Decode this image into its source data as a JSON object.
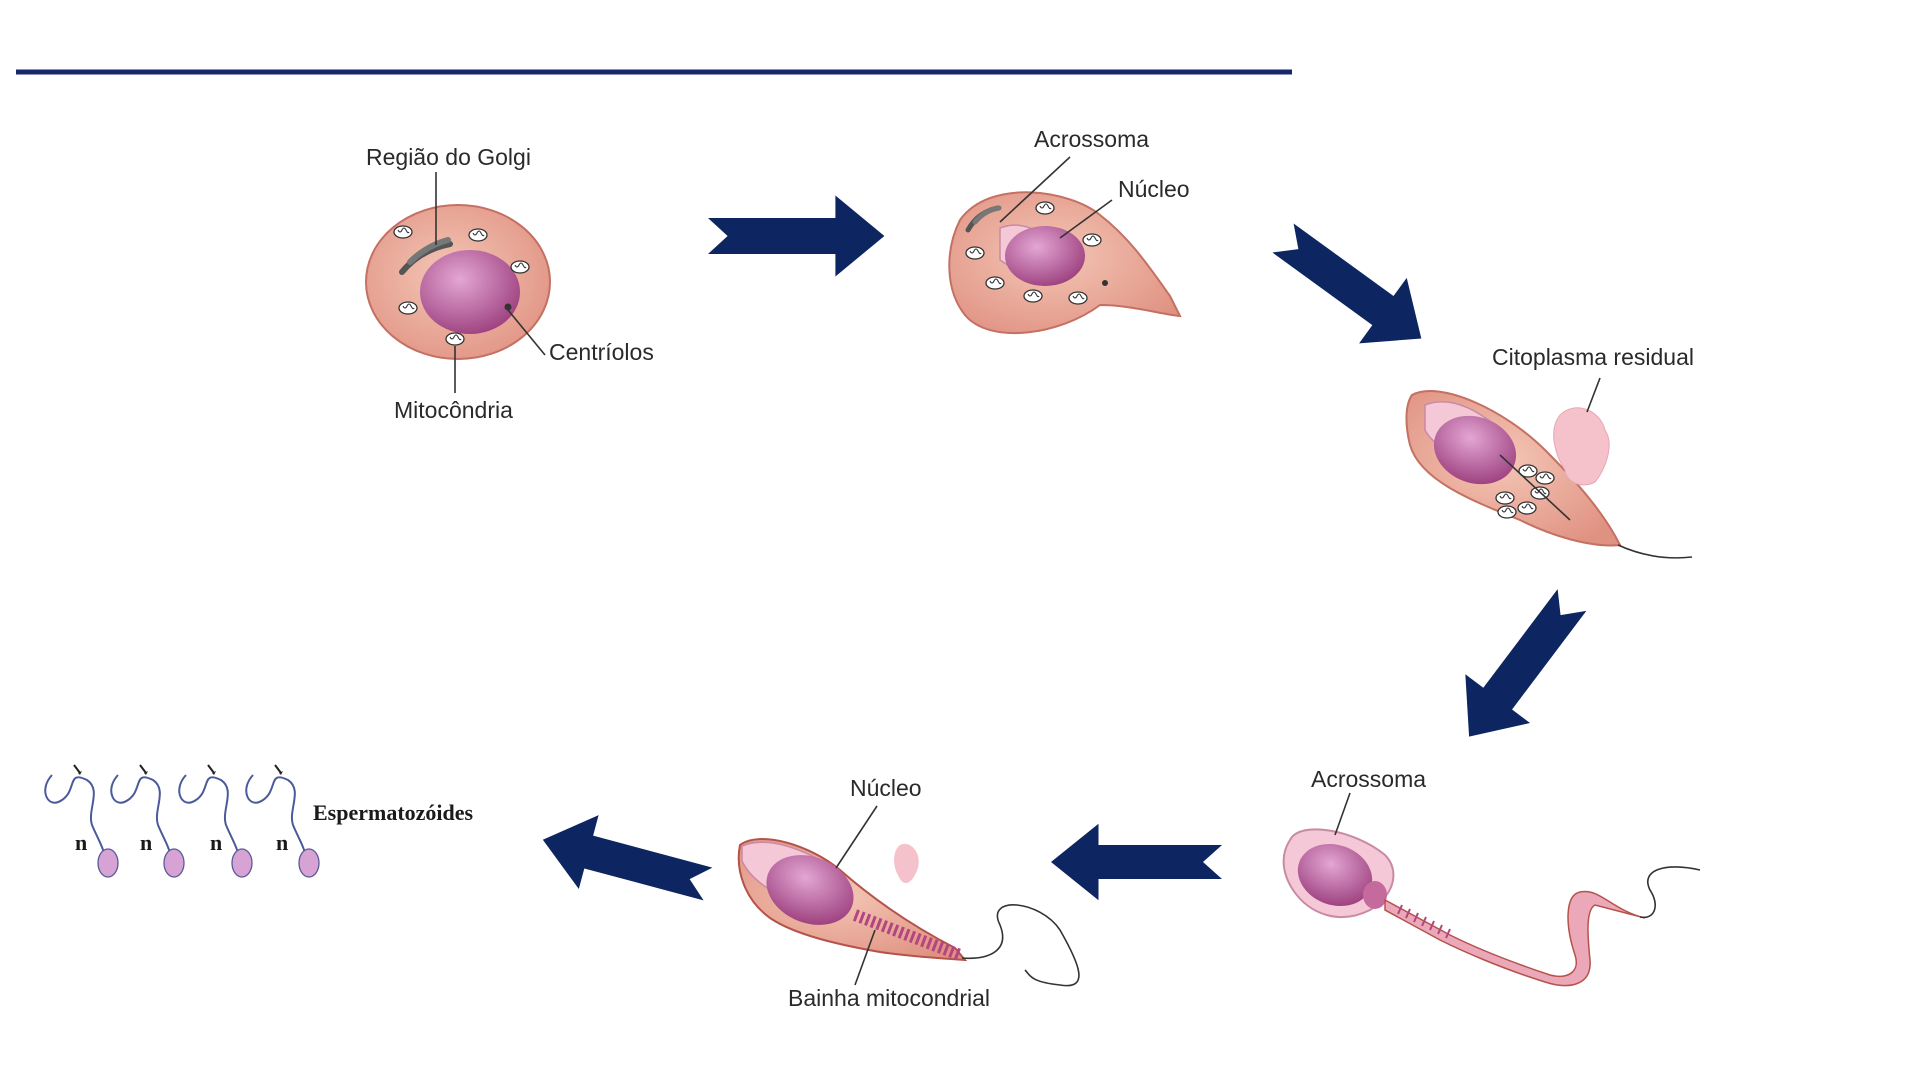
{
  "colors": {
    "accent_line": "#14276b",
    "arrow": "#0d2560",
    "cell_fill": "#e8a99a",
    "cell_edge": "#b5524c",
    "nucleus": "#b65e98",
    "acrosome": "#f4c8d6"
  },
  "stage1": {
    "golgi_label": "Região do Golgi",
    "centrioles_label": "Centríolos",
    "mito_label": "Mitocôndria"
  },
  "stage2": {
    "acrosome_label": "Acrossoma",
    "nucleus_label": "Núcleo"
  },
  "stage3": {
    "residual_label": "Citoplasma residual"
  },
  "stage4": {
    "acrosome_label": "Acrossoma"
  },
  "stage5": {
    "nucleus_label": "Núcleo",
    "sheath_label": "Bainha mitocondrial"
  },
  "stage6": {
    "sperm_label": "Espermatozóides",
    "ploidy_labels": [
      "n",
      "n",
      "n",
      "n"
    ]
  },
  "icons": [
    "right-arrow-icon",
    "down-right-arrow-icon",
    "down-left-arrow-icon",
    "left-arrow-icon",
    "left-arrow-icon"
  ]
}
